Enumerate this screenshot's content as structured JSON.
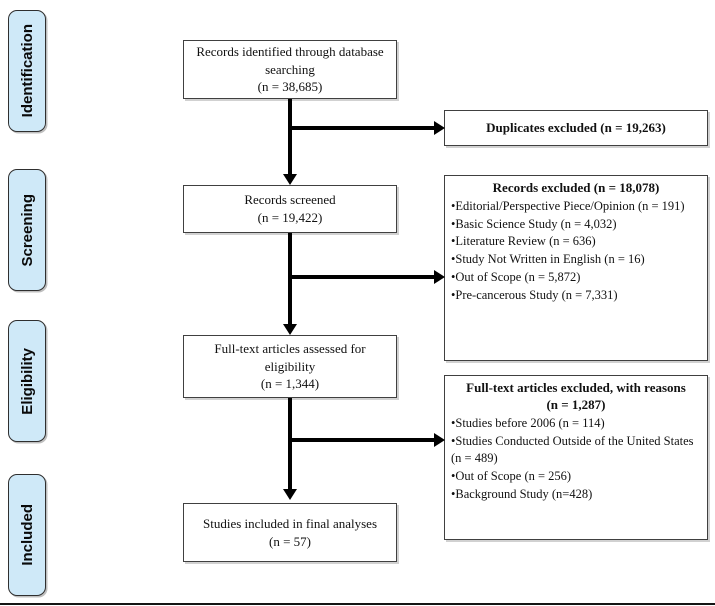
{
  "figure": {
    "kind": "PRISMA flow diagram"
  },
  "sidebar": {
    "stages": [
      {
        "label": "Identification"
      },
      {
        "label": "Screening"
      },
      {
        "label": "Eligibility"
      },
      {
        "label": "Included"
      }
    ]
  },
  "flow": {
    "identified": {
      "text": "Records identified through database\nsearching\n(n = 38,685)"
    },
    "screened": {
      "text": "Records screened\n(n = 19,422)"
    },
    "fulltext": {
      "text": "Full-text articles assessed for\neligibility\n(n = 1,344)"
    },
    "included": {
      "text": "Studies included in final analyses\n(n = 57)"
    }
  },
  "exclusions": {
    "duplicates": {
      "title": "Duplicates excluded (n = 19,263)"
    },
    "records": {
      "title": "Records excluded (n = 18,078)",
      "items": [
        "•Editorial/Perspective Piece/Opinion (n = 191)",
        "•Basic Science Study (n = 4,032)",
        "•Literature Review (n = 636)",
        "•Study Not Written in English (n = 16)",
        "•Out of Scope (n = 5,872)",
        "•Pre-cancerous Study (n = 7,331)"
      ]
    },
    "fulltext_reasons": {
      "title": "Full-text articles excluded, with reasons\n(n = 1,287)",
      "items": [
        "•Studies before 2006 (n = 114)",
        "•Studies Conducted Outside of the United States (n = 489)",
        "•Out of Scope (n = 256)",
        "•Background Study (n=428)"
      ]
    }
  },
  "colors": {
    "stage_fill": "#cfe9f8",
    "box_border": "#404040",
    "arrow": "#000000",
    "background": "#ffffff"
  }
}
